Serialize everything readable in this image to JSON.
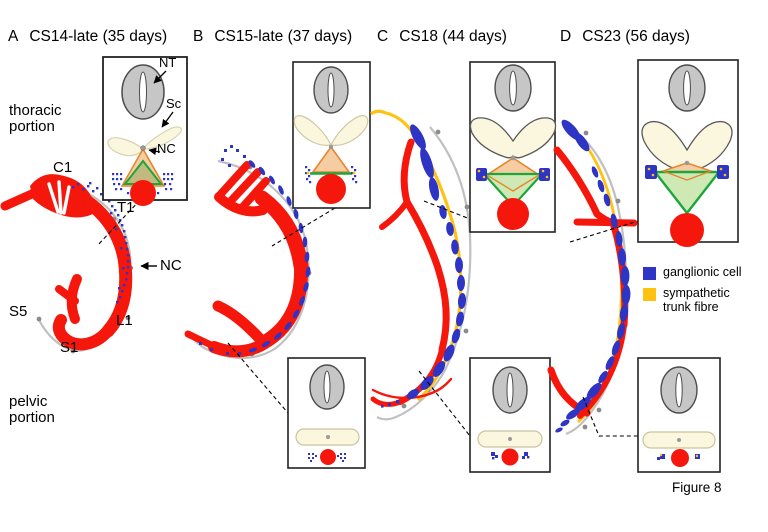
{
  "figure": {
    "caption": "Figure 8"
  },
  "panels": [
    {
      "letter": "A",
      "title": "CS14-late (35 days)"
    },
    {
      "letter": "B",
      "title": "CS15-late (37 days)"
    },
    {
      "letter": "C",
      "title": "CS18 (44 days)"
    },
    {
      "letter": "D",
      "title": "CS23 (56 days)"
    }
  ],
  "region_labels": {
    "thoracic": "thoracic portion",
    "pelvic": "pelvic portion"
  },
  "anatomy_labels": {
    "c1": "C1",
    "t1": "T1",
    "nc_trunk": "NC",
    "l1": "L1",
    "s5": "S5",
    "s1": "S1",
    "nt": "NT",
    "sc": "Sc",
    "nc_inset": "NC"
  },
  "legend": {
    "items": [
      {
        "label": "ganglionic cell",
        "color": "#2E34C3"
      },
      {
        "label": "sympathetic trunk fibre",
        "color": "#FFC30F"
      }
    ]
  },
  "colors": {
    "artery_red": "#F6170C",
    "ganglion_blue": "#2E34C3",
    "fibre_yellow": "#FFC30F",
    "neural_tube_gray": "#C6C6C6",
    "sclerotome_cream": "#FBF6DE",
    "cartilage_orange": "#E8862B",
    "vertebra_green": "#1CA63C",
    "notochord_line_gray": "#C0C0C0"
  }
}
